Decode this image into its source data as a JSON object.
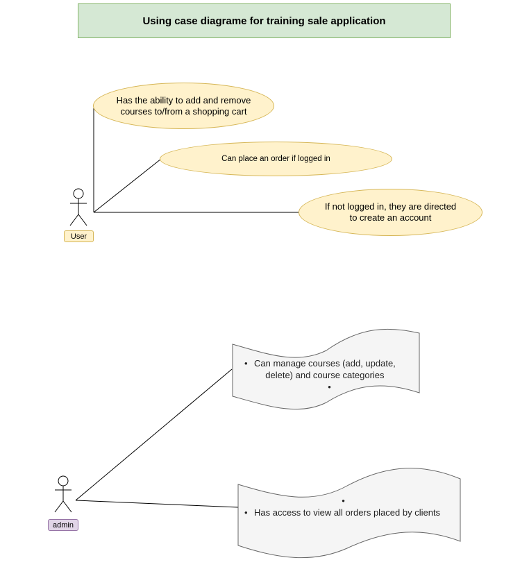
{
  "title": "Using case diagrame for training sale application",
  "user": {
    "label": "User",
    "use_cases": [
      "Has the ability to add and remove\ncourses to/from a shopping cart",
      "Can place an order if logged in",
      "If not logged in, they are directed\nto create an account"
    ]
  },
  "admin": {
    "label": "admin",
    "use_cases": [
      "Can manage courses (add, update,\ndelete) and course categories",
      "Has access to view all orders placed by clients"
    ]
  },
  "colors": {
    "title_fill": "#d5e8d4",
    "title_stroke": "#82b366",
    "usecase_fill": "#fff2cc",
    "usecase_stroke": "#d6b656",
    "admin_fill": "#e1d5e7",
    "admin_stroke": "#9673a6",
    "wave_fill": "#f5f5f5",
    "wave_stroke": "#666666"
  }
}
